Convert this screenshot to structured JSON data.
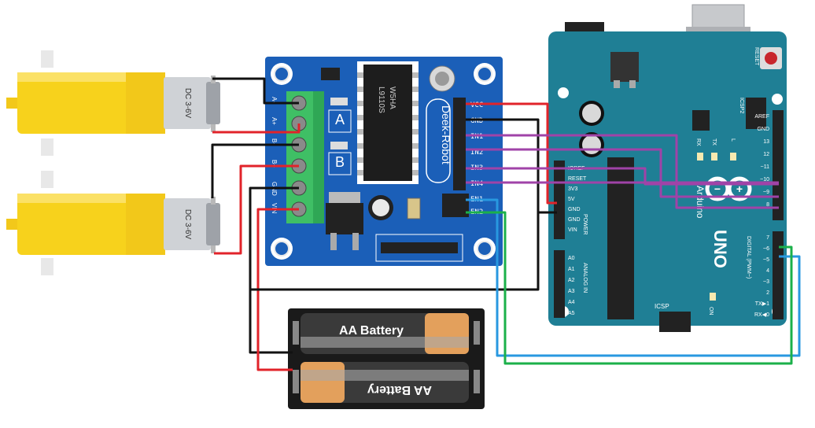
{
  "motors": {
    "top": {
      "label": "DC 3-6V"
    },
    "bottom": {
      "label": "DC 3-6V"
    }
  },
  "driver": {
    "brand": "Deek-Robot",
    "chip_text": [
      "L9110S",
      "W5HA"
    ],
    "channel_a": "A",
    "channel_b": "B",
    "terminal_labels": [
      "A-",
      "A+",
      "B-",
      "B+",
      "GND",
      "VIN"
    ],
    "header_pins": [
      "VCC",
      "GND",
      "IN1",
      "IN2",
      "IN3",
      "IN4",
      "EN1",
      "EN2"
    ]
  },
  "arduino": {
    "brand": "Arduino",
    "model": "UNO",
    "reset_label": "RESET",
    "icsp2_label": "ICSP2",
    "icsp_label": "ICSP",
    "led_labels": [
      "RX",
      "TX",
      "L"
    ],
    "on_label": "ON",
    "power_label": "POWER",
    "analog_label": "ANALOG IN",
    "digital_label": "DIGITAL (PWM~)",
    "power_pins": [
      "IOREF",
      "RESET",
      "3V3",
      "5V",
      "GND",
      "GND",
      "VIN"
    ],
    "analog_pins": [
      "A0",
      "A1",
      "A2",
      "A3",
      "A4",
      "A5"
    ],
    "digital_top": [
      "AREF",
      "GND",
      "13",
      "12",
      "~11",
      "~10",
      "~9",
      "8"
    ],
    "digital_bottom": [
      "7",
      "~6",
      "~5",
      "4",
      "~3",
      "2",
      "TX▶1",
      "RX◀0"
    ]
  },
  "battery": {
    "cell_top": "AA Battery",
    "cell_bottom": "AA Battery"
  },
  "colors": {
    "board_blue": "#1b5fb8",
    "uno_teal": "#1f7f95",
    "motor_yellow": "#f7d21c",
    "wire_red": "#e1232a",
    "wire_black": "#111111",
    "wire_purple": "#a043a8",
    "wire_green": "#1bb04a",
    "wire_blue": "#2898e0"
  }
}
